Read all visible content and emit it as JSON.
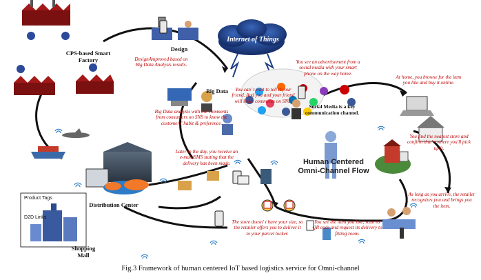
{
  "caption": "Fig.3 Framework of human centered IoT based logistics service for Omni-channel",
  "nodes": {
    "cps_factory": "CPS-based Smart Factory",
    "design": "Design",
    "big_data": "Big Data",
    "internet_of_things": "Internet of Things",
    "social_media": "Social Media is a key communication channel.",
    "distribution_center": "Distribution Center",
    "shopping_mall": "Shopping Mall",
    "omni_flow": "Human Centered Omni-Channel Flow"
  },
  "mall_tags": {
    "product_tags": "Product Tags",
    "d2d_links": "D2D Links"
  },
  "annotations": {
    "design_improved": "DesignAmproved based on Big Data Analysis results.",
    "big_data_analysis": "Big Data analysis with the comments from consumers on SNS to know the customers' habit & preference.",
    "tell_friend": "You can' t wait to tell it your friend. And you and your friend will leave comments on SNS.",
    "advertisement": "You see an advertisement from a social media with your smart phone on the way home.",
    "browse": "At home, you browse for the item you like and buy it online.",
    "nearest_store": "You find the nearest store and confirm that' s where you'll pick up it.",
    "arrive": "As long as you arrive, the retailer recognizes you and brings you the item.",
    "scan_qr": "You see the item you like, scan its QR code and request its delivery to fitting room.",
    "store_locker": "The store doesn' t have your size, so the retailer offers you to deliver it to your parcel locker.",
    "email_sms": "Later in the day, you receive an e-mail/SMS stating that the delivery has been made."
  },
  "colors": {
    "annotation": "#c00000",
    "cloud": "#1d3f86",
    "flow_line": "#111111"
  }
}
